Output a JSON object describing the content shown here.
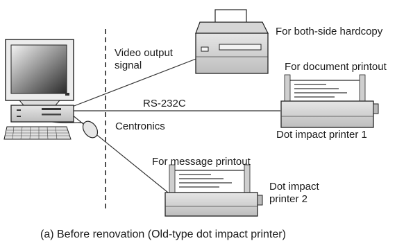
{
  "labels": {
    "video_output": "Video output",
    "signal": "signal",
    "both_side": "For both-side hardcopy",
    "document_printout": "For document printout",
    "rs232c": "RS-232C",
    "centronics": "Centronics",
    "dot_impact_1": "Dot impact printer 1",
    "message_printout": "For message printout",
    "dot_impact_2_line1": "Dot impact",
    "dot_impact_2_line2": "printer 2"
  },
  "caption": "(a) Before renovation (Old-type dot impact printer)"
}
